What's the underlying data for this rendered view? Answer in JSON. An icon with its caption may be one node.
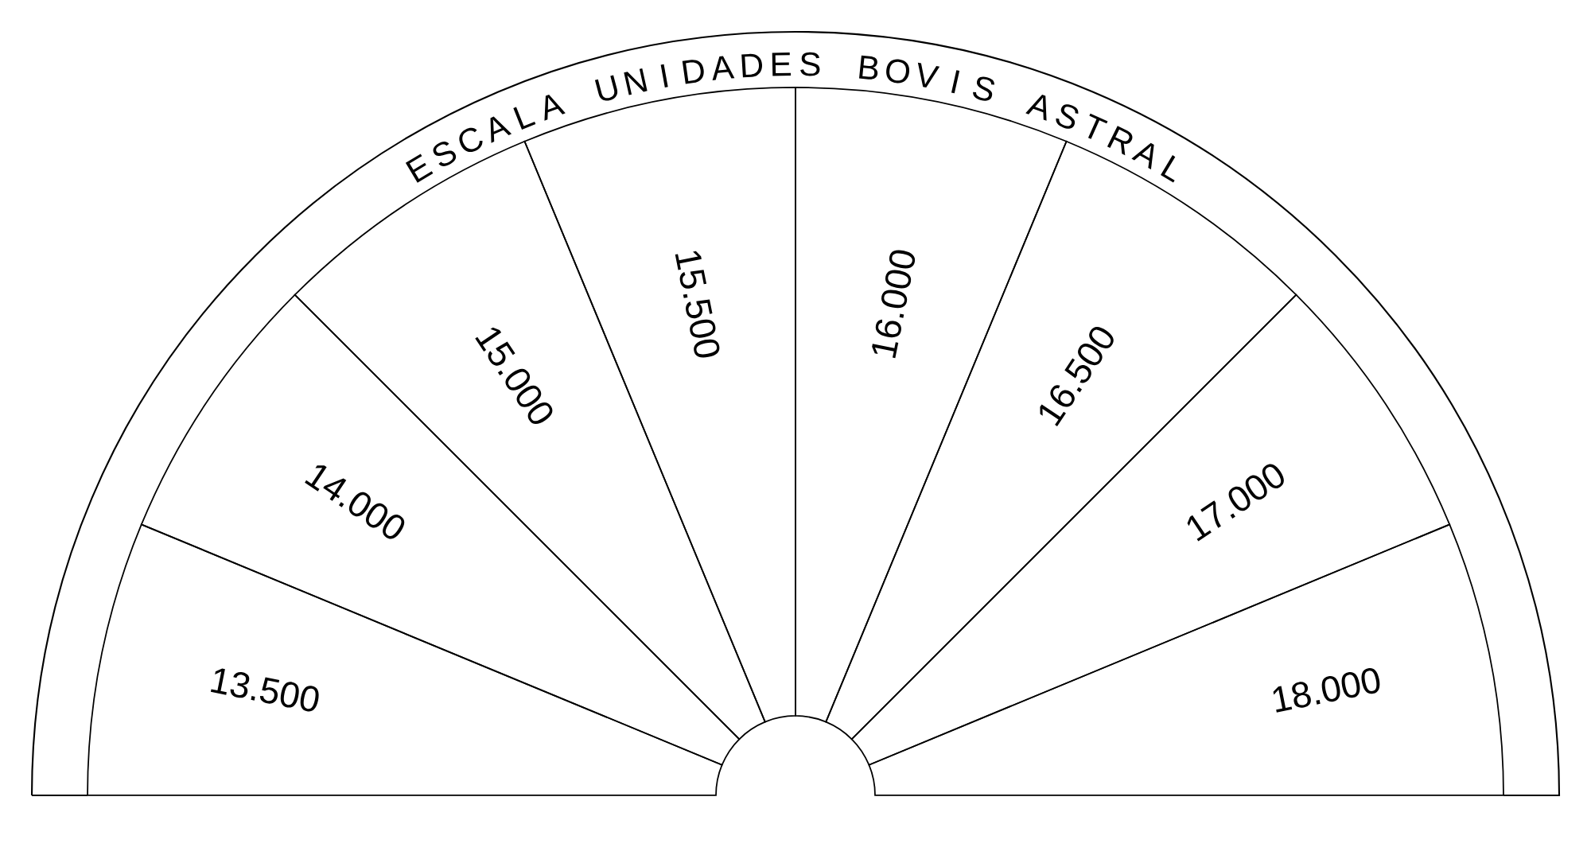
{
  "diagram": {
    "nodes": [
      {
        "text": [
          "13.500"
        ]
      },
      {
        "text": [
          "14.000"
        ]
      },
      {
        "text": [
          "15.000"
        ]
      },
      {
        "text": [
          "15.500"
        ]
      },
      {
        "text": [
          "16.000"
        ]
      },
      {
        "text": [
          "16.500"
        ]
      },
      {
        "text": [
          "17.000"
        ]
      },
      {
        "text": [
          "18.000"
        ]
      }
    ],
    "labels": [
      "ESCALA UNIDADES BOVIS ASTRAL"
    ]
  }
}
